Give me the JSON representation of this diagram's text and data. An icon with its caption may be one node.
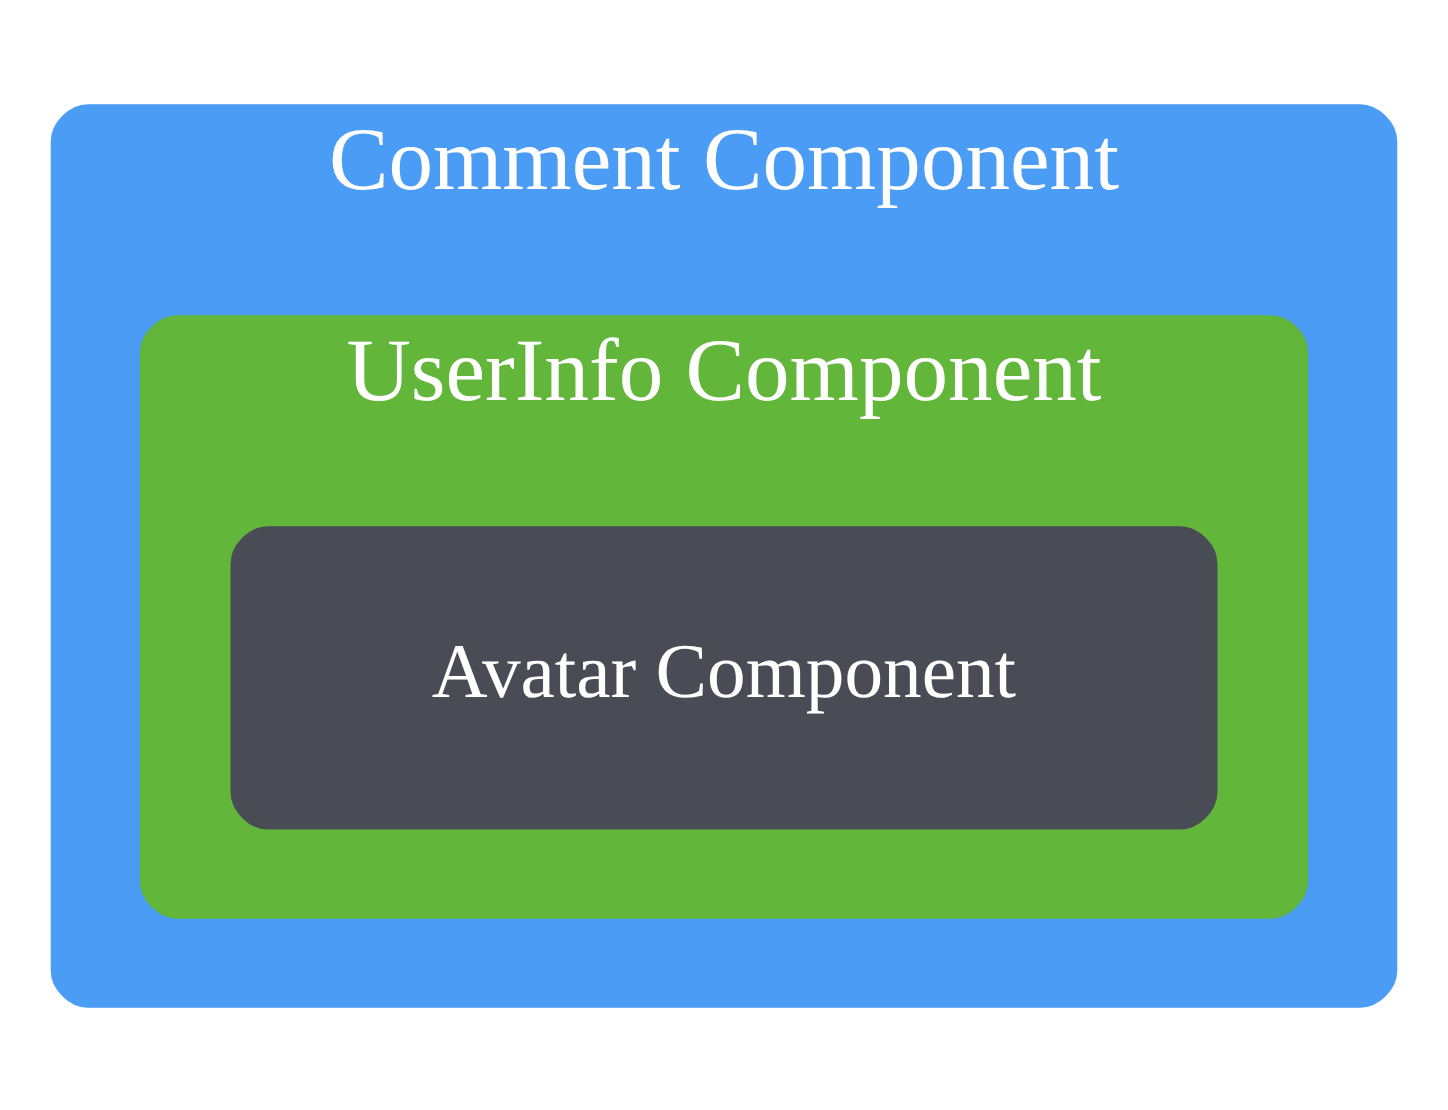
{
  "diagram": {
    "nodes": [
      {
        "text": [
          "Comment Component"
        ]
      },
      {
        "text": [
          "UserInfo Component"
        ],
        "in": 0
      },
      {
        "text": [
          "Avatar Component"
        ],
        "in": 1
      }
    ]
  }
}
